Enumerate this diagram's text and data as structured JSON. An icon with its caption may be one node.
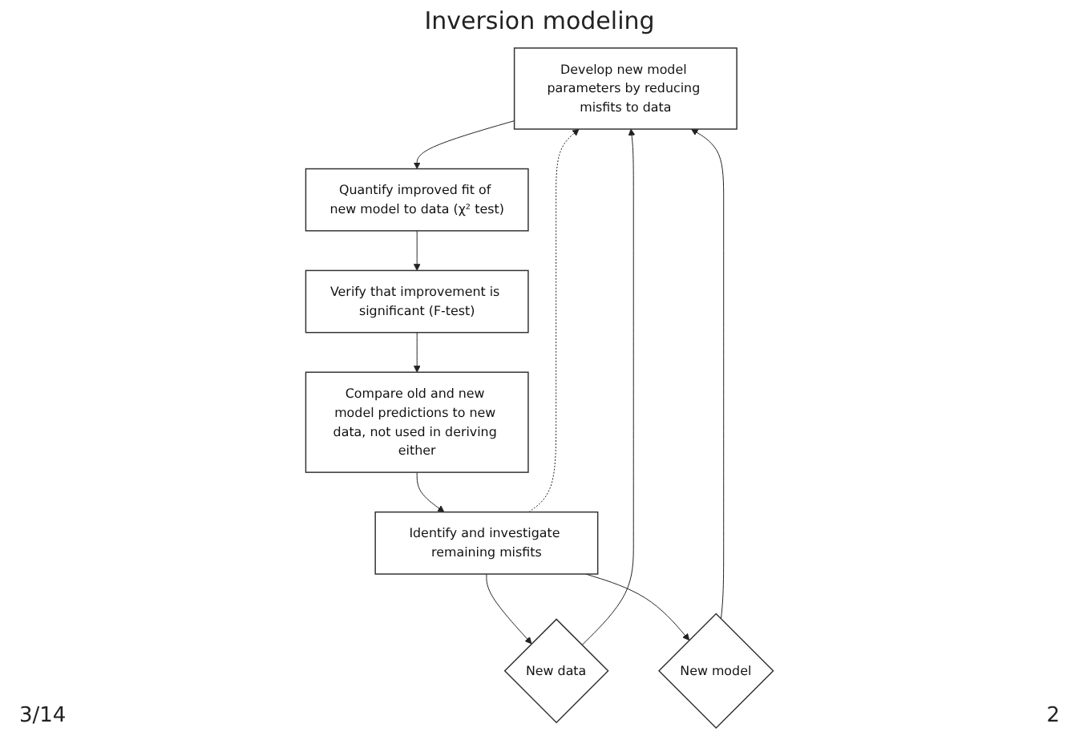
{
  "diagram": {
    "title": "Inversion modeling",
    "nodes": [
      {
        "text": [
          "Develop new model parameters by reducing misfits to data"
        ]
      },
      {
        "text": [
          "Quantify improved fit of new model to data (χ² test)"
        ]
      },
      {
        "text": [
          "Verify that improvement is significant (F-test)"
        ]
      },
      {
        "text": [
          "Compare old and new model predictions to new data, not used in deriving either"
        ]
      },
      {
        "text": [
          "Identify and investigate remaining misfits"
        ]
      },
      {
        "text": [
          "New data"
        ]
      },
      {
        "text": [
          "New model"
        ]
      }
    ],
    "edges": [
      {
        "from": 0,
        "to": 1,
        "arrow": "to"
      },
      {
        "from": 1,
        "to": 2,
        "arrow": "to"
      },
      {
        "from": 2,
        "to": 3,
        "arrow": "to"
      },
      {
        "from": 3,
        "to": 4,
        "arrow": "to"
      },
      {
        "from": 4,
        "to": 5,
        "arrow": "to"
      },
      {
        "from": 4,
        "to": 6,
        "arrow": "to"
      },
      {
        "from": 5,
        "to": 0,
        "arrow": "to"
      },
      {
        "from": 6,
        "to": 0,
        "arrow": "to"
      },
      {
        "from": 4,
        "to": 0,
        "arrow": "to",
        "style": "dashed"
      }
    ],
    "labels": [
      "3/14",
      "2"
    ]
  }
}
